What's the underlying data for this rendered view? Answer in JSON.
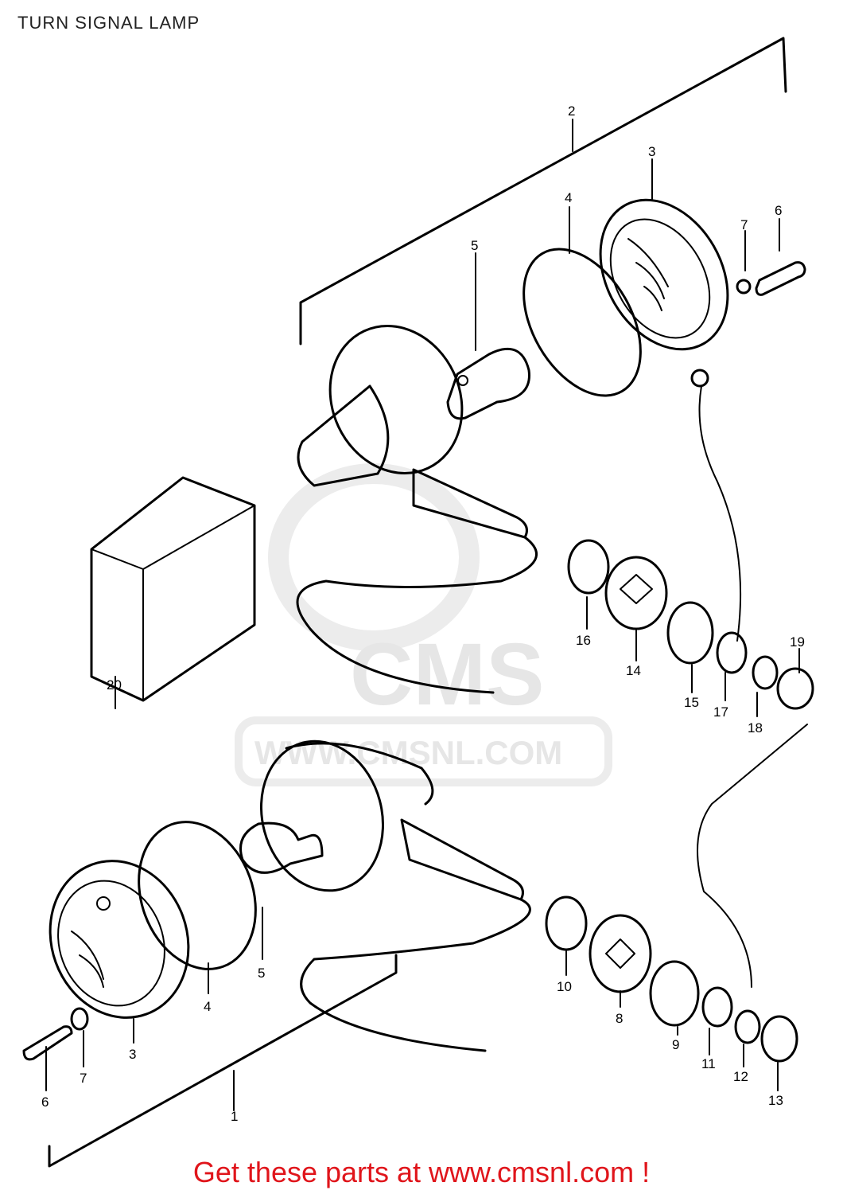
{
  "title": "TURN SIGNAL LAMP",
  "watermark": {
    "logo_text": "CMS",
    "url_text": "WWW.CMSNL.COM"
  },
  "footer": {
    "text": "Get these parts at www.cmsnl.com !",
    "color": "#e0151b"
  },
  "callouts": {
    "c1": "1",
    "c2": "2",
    "c3_top": "3",
    "c3_bot": "3",
    "c4_top": "4",
    "c4_bot": "4",
    "c5_top": "5",
    "c5_bot": "5",
    "c6_top": "6",
    "c6_bot": "6",
    "c7_top": "7",
    "c7_bot": "7",
    "c8": "8",
    "c9": "9",
    "c10": "10",
    "c11": "11",
    "c12": "12",
    "c13": "13",
    "c14": "14",
    "c15": "15",
    "c16": "16",
    "c17": "17",
    "c18": "18",
    "c19": "19",
    "c20": "20"
  }
}
